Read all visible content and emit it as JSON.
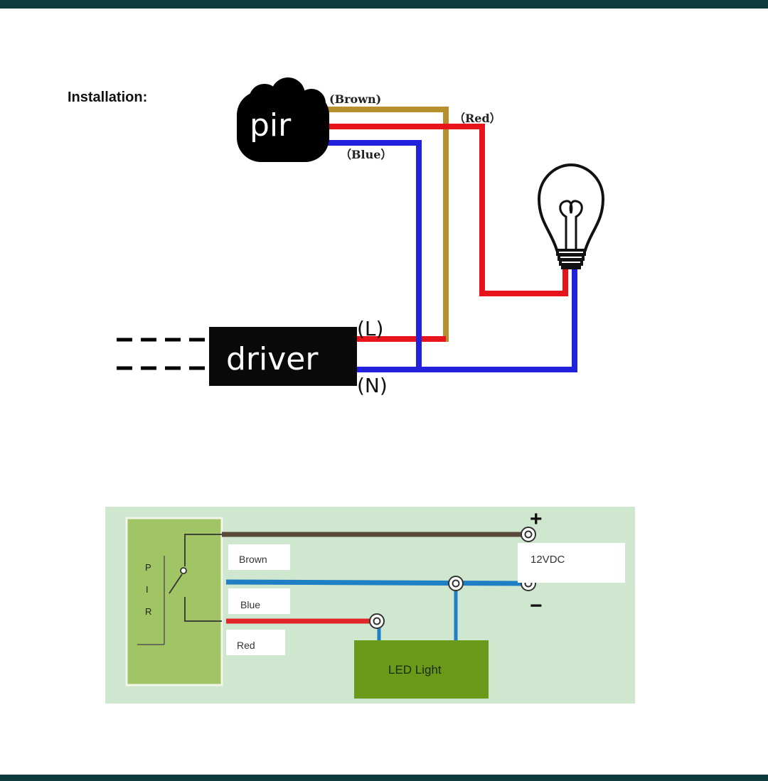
{
  "diagram1": {
    "heading": "Installation:",
    "pir_label": "pir",
    "driver_label": "driver",
    "wire_brown": "(Brown)",
    "wire_red": "（Red）",
    "wire_blue": "（Blue）",
    "terminal_l": "(L)",
    "terminal_n": "(N)",
    "colors": {
      "brown": "#b5902c",
      "red": "#e8141c",
      "blue": "#2222dd"
    }
  },
  "diagram2": {
    "pir_letters": [
      "P",
      "I",
      "R"
    ],
    "label_brown": "Brown",
    "label_blue": "Blue",
    "label_red": "Red",
    "supply_label": "12VDC",
    "plus": "+",
    "minus": "−",
    "led_label": "LED Light",
    "colors": {
      "brown": "#5a4a3a",
      "blue": "#1f7fc4",
      "red": "#e0262a",
      "green": "#6a9a1a",
      "panel": "#cfe6cf"
    }
  }
}
